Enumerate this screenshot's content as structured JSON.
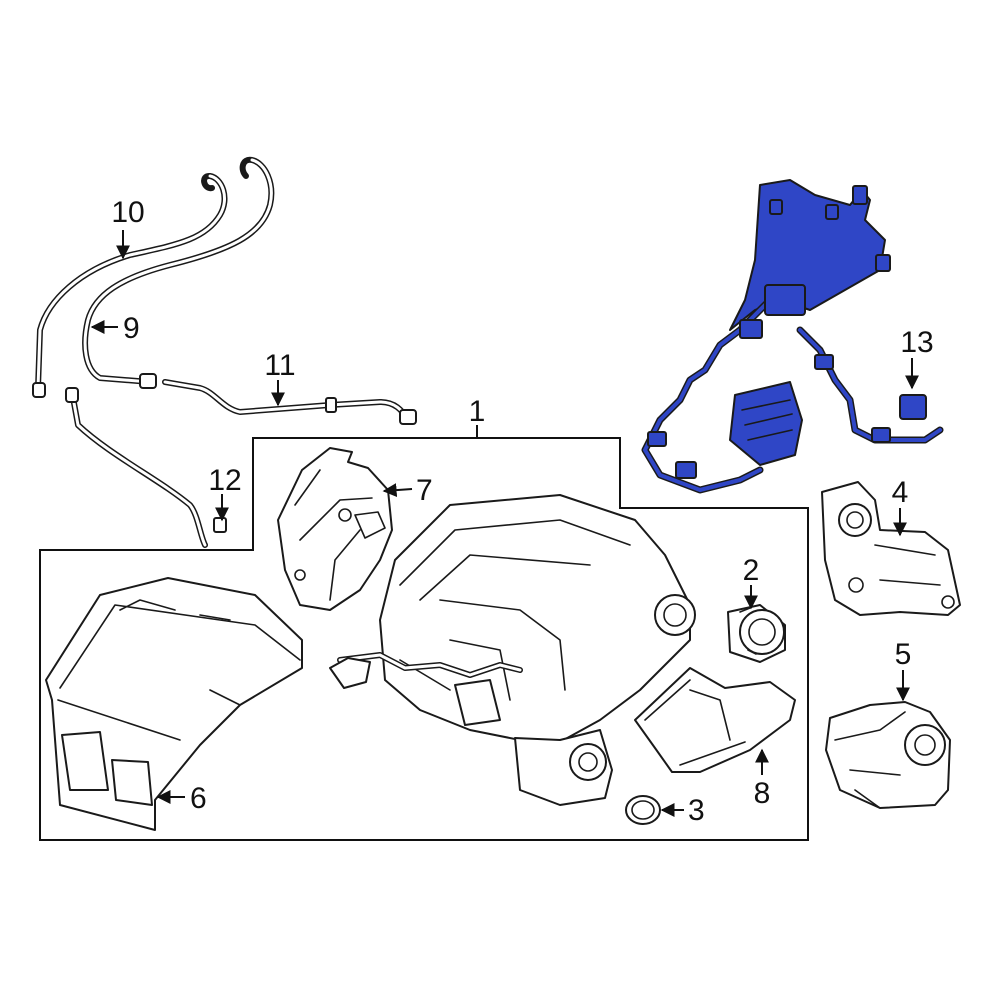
{
  "diagram": {
    "highlight_color": "#2f46c6",
    "line_color": "#1a1a1a",
    "callouts": [
      "1",
      "2",
      "3",
      "4",
      "5",
      "6",
      "7",
      "8",
      "9",
      "10",
      "11",
      "12",
      "13"
    ]
  }
}
